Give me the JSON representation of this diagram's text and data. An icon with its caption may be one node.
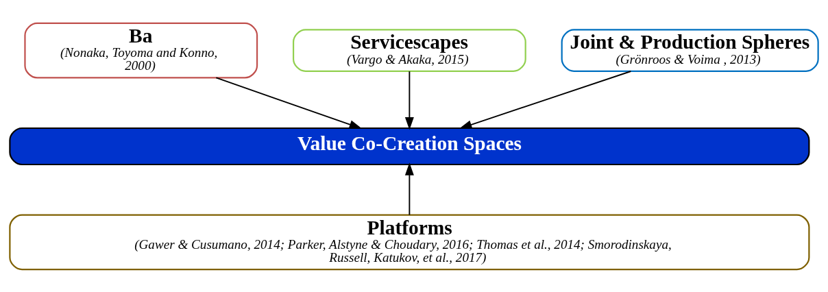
{
  "diagram": {
    "nodes": [
      {
        "text": [
          "Ba",
          "(Nonaka, Toyoma and Konno, 2000)"
        ]
      },
      {
        "text": [
          "Servicescapes",
          "(Vargo & Akaka, 2015)"
        ]
      },
      {
        "text": [
          "Joint & Production Spheres",
          "(Grönroos & Voima , 2013)"
        ]
      },
      {
        "text": [
          "Value Co-Creation Spaces"
        ]
      },
      {
        "text": [
          "Platforms",
          "(Gawer & Cusumano, 2014; Parker, Alstyne & Choudary, 2016; Thomas et al., 2014; Smorodinskaya, Russell, Katukov, et al., 2017)"
        ]
      }
    ],
    "edges": [
      {
        "from": 0,
        "to": 3,
        "arrow": "to"
      },
      {
        "from": 1,
        "to": 3,
        "arrow": "to"
      },
      {
        "from": 2,
        "to": 3,
        "arrow": "to"
      },
      {
        "from": 4,
        "to": 3,
        "arrow": "to"
      }
    ]
  }
}
